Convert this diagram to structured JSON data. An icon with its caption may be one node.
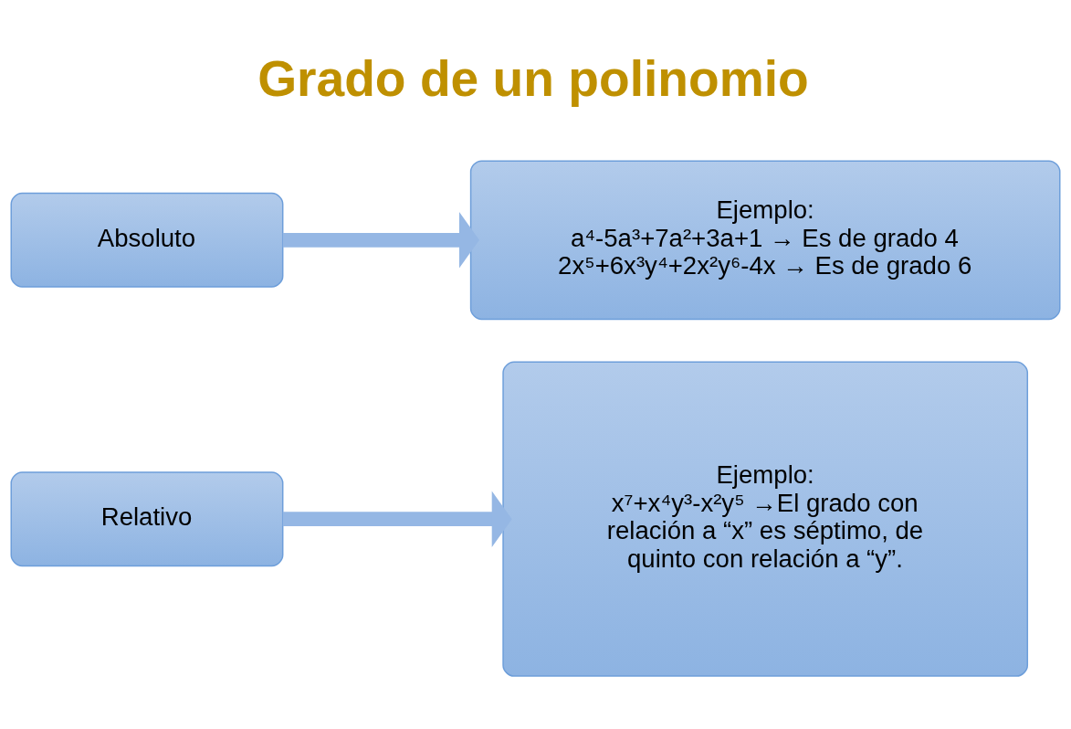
{
  "diagram": {
    "title": "Grado de un polinomio",
    "nodes": [
      {
        "text": [
          "Absoluto"
        ]
      },
      {
        "text": [
          "Ejemplo:",
          "a⁴-5a³+7a²+3a+1 → Es de grado 4",
          "2x⁵+6x³y⁴+2x²y⁶-4x → Es de grado 6"
        ]
      },
      {
        "text": [
          "Relativo"
        ]
      },
      {
        "text": [
          "Ejemplo:",
          "x⁷+x⁴y³-x²y⁵ →El grado con relación a “x” es séptimo, de quinto con relación a “y”."
        ]
      }
    ],
    "edges": [
      {
        "from": 0,
        "to": 1,
        "arrow": "to"
      },
      {
        "from": 2,
        "to": 3,
        "arrow": "to"
      }
    ]
  }
}
